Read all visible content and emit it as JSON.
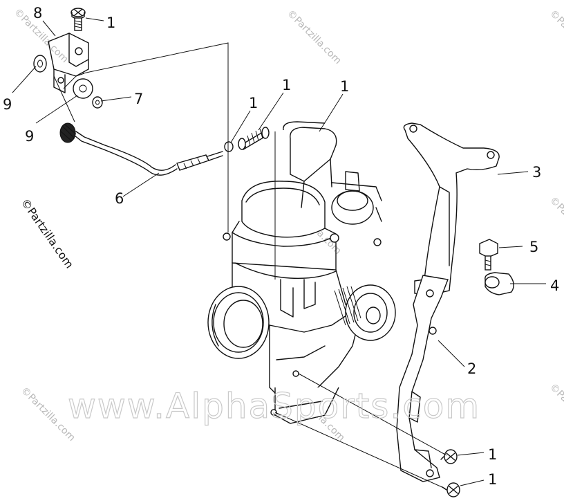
{
  "callouts": {
    "c1a": "1",
    "c8": "8",
    "c9a": "9",
    "c7": "7",
    "c9b": "9",
    "c1b": "1",
    "c1c": "1",
    "c1d": "1",
    "c6": "6",
    "c3": "3",
    "c5": "5",
    "c4": "4",
    "c2": "2",
    "c1e": "1",
    "c1f": "1"
  },
  "watermark": {
    "site": "www.AlphaSports.com",
    "side_label": "©Partzilla.com",
    "stamp": "©Partzilla.com"
  }
}
